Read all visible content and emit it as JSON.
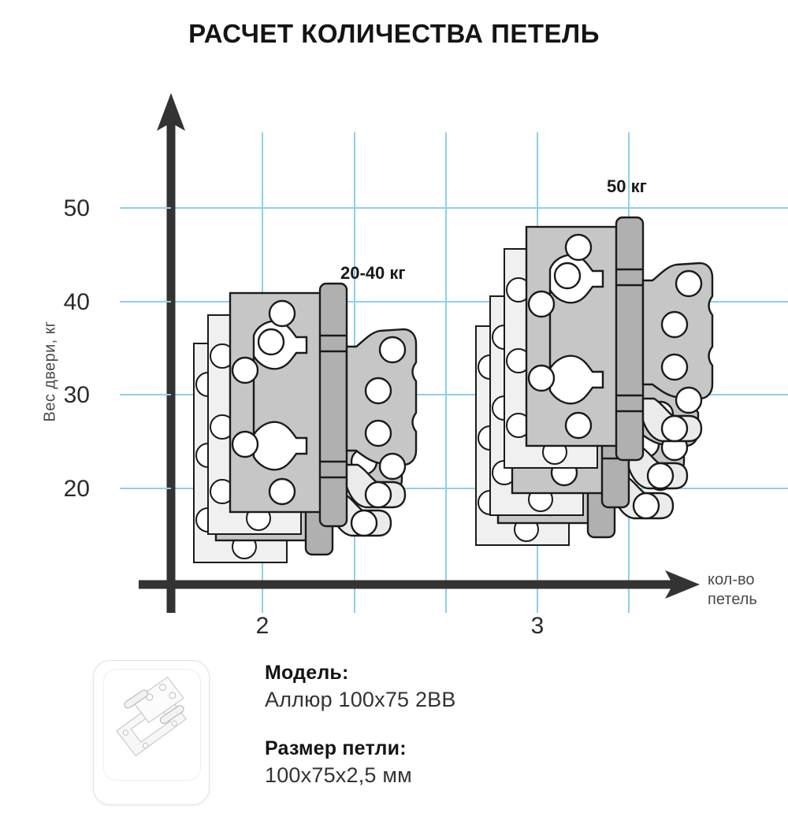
{
  "title": "РАСЧЕТ КОЛИЧЕСТВА ПЕТЕЛЬ",
  "axes": {
    "y_label": "Вес двери, кг",
    "x_label_line1": "кол-во",
    "x_label_line2": "петель",
    "y_ticks": [
      "50",
      "40",
      "30",
      "20"
    ],
    "x_ticks": [
      "2",
      "3"
    ]
  },
  "annotations": {
    "group_2": "20-40 кг",
    "group_3": "50 кг"
  },
  "colors": {
    "grid": "#8fcfe8",
    "axis": "#333333",
    "text": "#2a2a2a",
    "muted_text": "#4a4a4a",
    "hinge_plate": "#c6c6c6",
    "hinge_leaf": "#ebebeb",
    "hinge_pin": "#b0b0b0",
    "hinge_outline": "#1a1a1a",
    "hinge_back": "#f0f0f0"
  },
  "icons": {
    "product_photo": "hinge-photo-icon",
    "y_axis_arrow": "arrow-up-icon",
    "x_axis_arrow": "arrow-right-icon"
  },
  "product": {
    "model_heading": "Модель:",
    "model_value": "Аллюр 100x75 2BB",
    "size_heading": "Размер петли:",
    "size_value": "100x75x2,5 мм"
  },
  "chart_data": {
    "type": "bar",
    "title": "РАСЧЕТ КОЛИЧЕСТВА ПЕТЕЛЬ",
    "xlabel": "кол-во петель",
    "ylabel": "Вес двери, кг",
    "categories": [
      "2",
      "3"
    ],
    "values": [
      40,
      50
    ],
    "value_labels": [
      "20-40 кг",
      "50 кг"
    ],
    "ranges": [
      [
        20,
        40
      ],
      [
        40,
        50
      ]
    ],
    "hinge_counts": [
      2,
      3
    ],
    "ylim": [
      10,
      57
    ],
    "yticks": [
      20,
      30,
      40,
      50
    ],
    "grid": true,
    "legend": "none",
    "note": "Each category shows a pictogram stack of hinges: 2 hinges support 20-40 kg doors, 3 hinges support 50 kg doors."
  }
}
